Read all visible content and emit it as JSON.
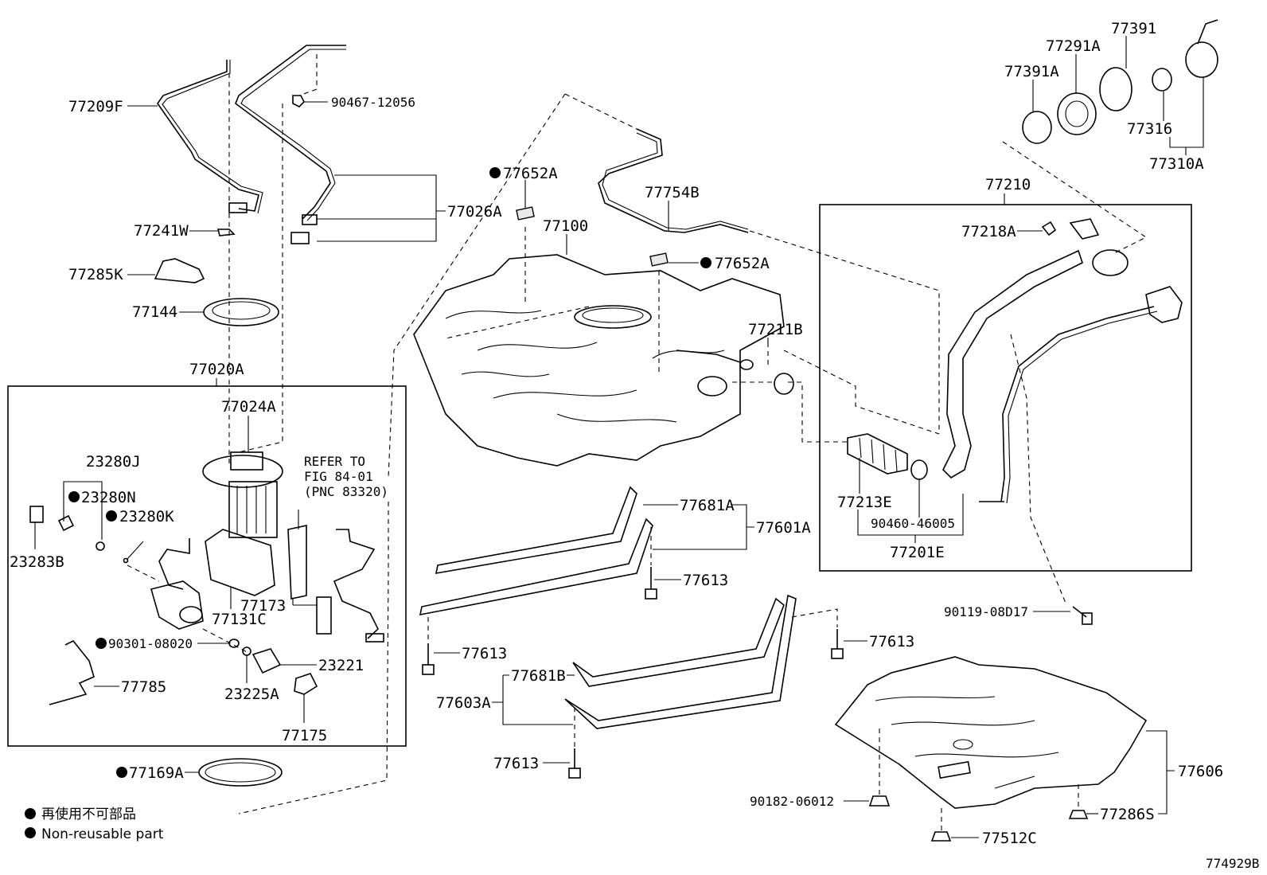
{
  "diagram_id": "774929B",
  "legend": {
    "line1": "再使用不可部品",
    "line2": "Non-reusable part"
  },
  "parts": {
    "p77209F": "77209F",
    "p90467": "90467-12056",
    "p77026A": "77026A",
    "p77241W": "77241W",
    "p77285K": "77285K",
    "p77144": "77144",
    "p77020A": "77020A",
    "p77024A": "77024A",
    "p23280J": "23280J",
    "p23280N": "23280N",
    "p23280K": "23280K",
    "p23283B": "23283B",
    "refer1": "REFER TO",
    "refer2": "FIG 84-01",
    "refer3": "(PNC 83320)",
    "p77131C": "77131C",
    "p77173": "77173",
    "p90301": "90301-08020",
    "p23221": "23221",
    "p77785": "77785",
    "p23225A": "23225A",
    "p77175": "77175",
    "p77169A": "77169A",
    "p77652A_top": "77652A",
    "p77100": "77100",
    "p77754B": "77754B",
    "p77652A_mid": "77652A",
    "p77211B": "77211B",
    "p77681A": "77681A",
    "p77601A": "77601A",
    "p77613_a": "77613",
    "p77613_b": "77613",
    "p77613_c": "77613",
    "p77613_d": "77613",
    "p77681B": "77681B",
    "p77603A": "77603A",
    "p77391": "77391",
    "p77291A": "77291A",
    "p77391A": "77391A",
    "p77316": "77316",
    "p77310A": "77310A",
    "p77210": "77210",
    "p77218A": "77218A",
    "p77213E": "77213E",
    "p90460": "90460-46005",
    "p77201E": "77201E",
    "p90119": "90119-08D17",
    "p77606": "77606",
    "p90182": "90182-06012",
    "p77286S": "77286S",
    "p77512C": "77512C"
  }
}
